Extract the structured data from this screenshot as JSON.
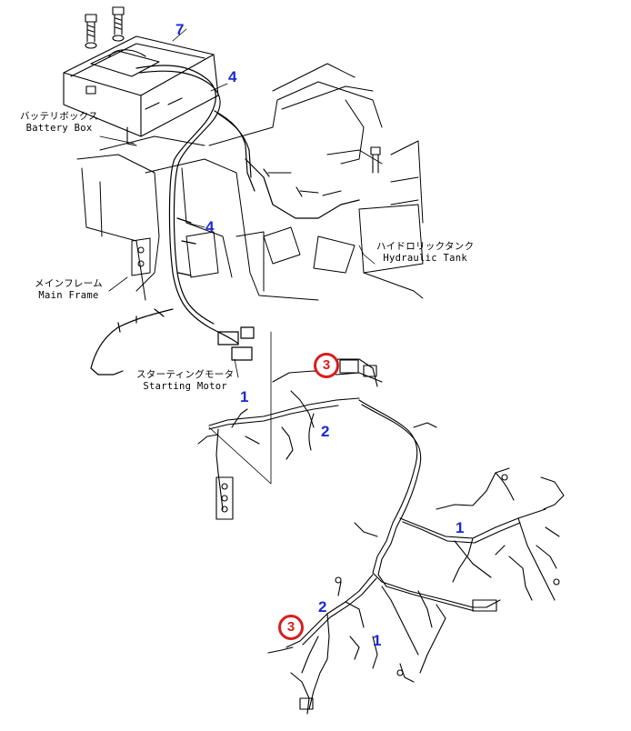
{
  "labels": {
    "battery_box": {
      "jp": "バッテリボックス",
      "en": "Battery Box"
    },
    "main_frame": {
      "jp": "メインフレーム",
      "en": "Main Frame"
    },
    "starting_motor": {
      "jp": "スターティングモータ",
      "en": "Starting Motor"
    },
    "hydraulic_tank": {
      "jp": "ハイドロリックタンク",
      "en": "Hydraulic Tank"
    }
  },
  "callouts": {
    "c7": "7",
    "c4_top": "4",
    "c4_mid": "4",
    "c1_left": "1",
    "c2_mid": "2",
    "c1_right": "1",
    "c2_low": "2",
    "c1_low": "1"
  },
  "highlighted": {
    "h3_upper": "3",
    "h3_lower": "3"
  },
  "colors": {
    "callout": "#1a2ad0",
    "highlight": "#d81e1e",
    "line": "#000000"
  }
}
